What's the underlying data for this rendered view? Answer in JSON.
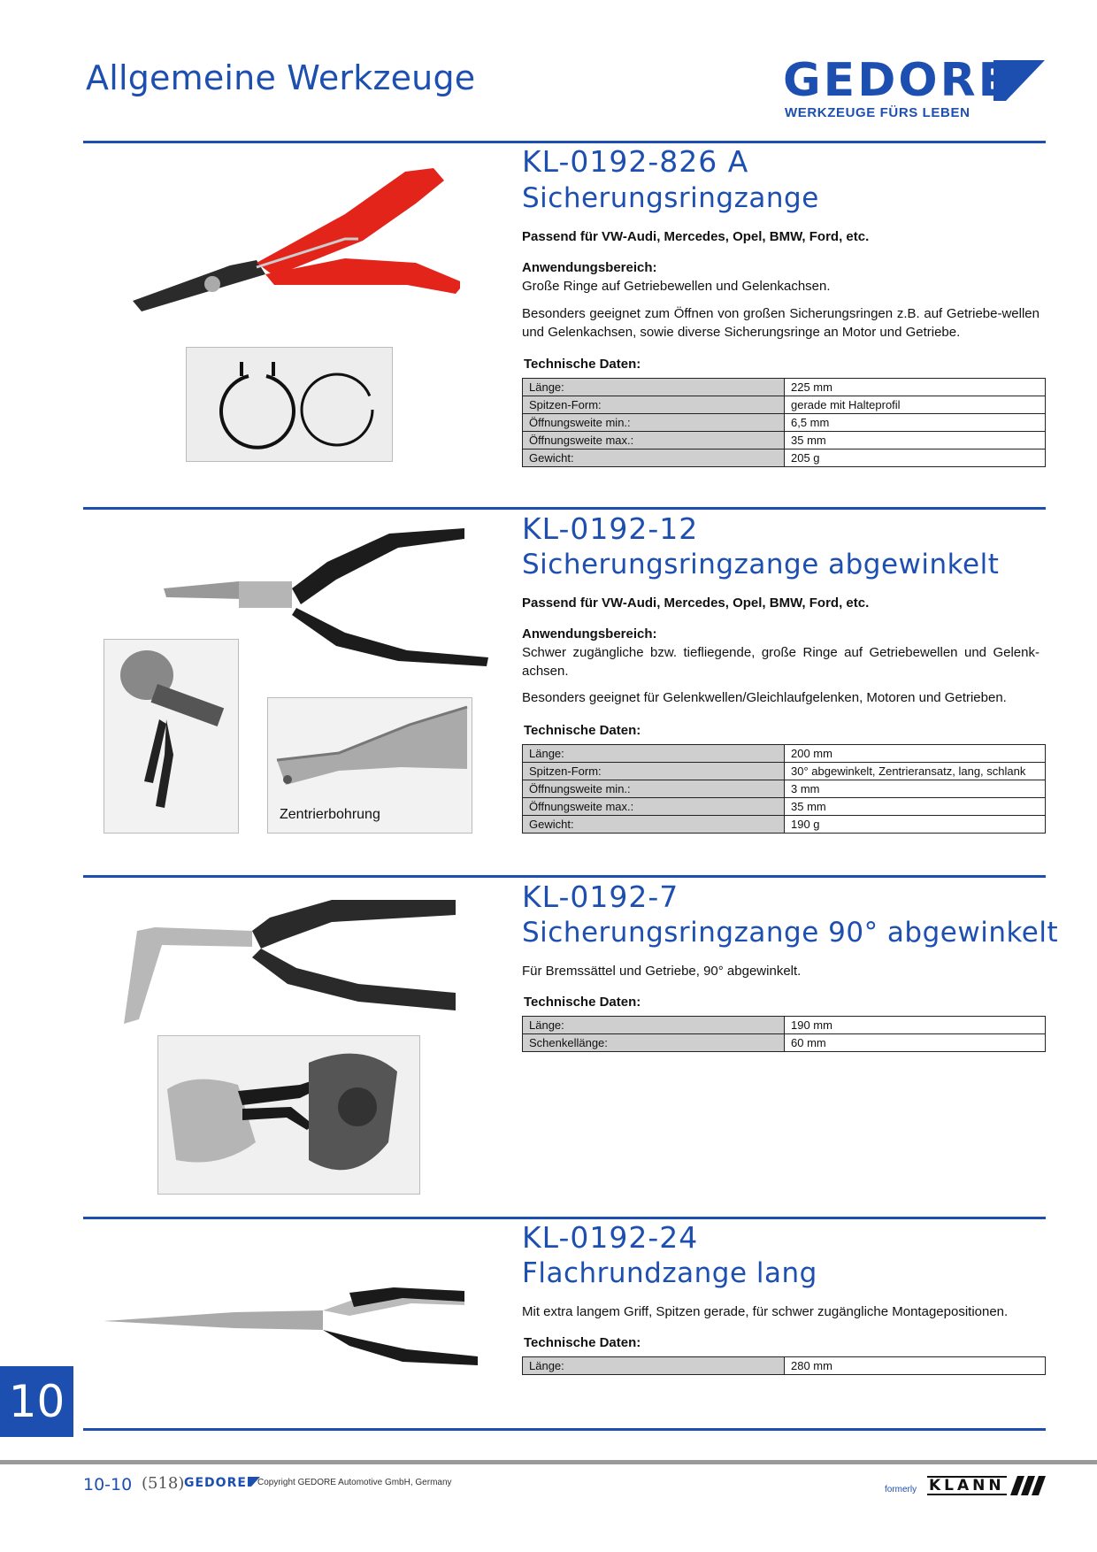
{
  "header": {
    "title": "Allgemeine Werkzeuge"
  },
  "logo": {
    "brand": "GEDORE",
    "slogan": "WERKZEUGE FÜRS LEBEN",
    "color": "#1d4fb0"
  },
  "sections": [
    {
      "code": "KL-0192-826 A",
      "name": "Sicherungsringzange",
      "fits": "Passend für VW-Audi, Mercedes, Opel, BMW, Ford, etc.",
      "area_label": "Anwendungsbereich:",
      "area": "Große Ringe auf Getriebewellen und Gelenkachsen.",
      "desc": "Besonders geeignet zum Öffnen von großen Sicherungsringen z.B. auf Getriebe-wellen und Gelenkachsen, sowie diverse Sicherungsringe an Motor und Getriebe.",
      "tech_label": "Technische Daten:",
      "specs": [
        {
          "k": "Länge:",
          "v": "225 mm"
        },
        {
          "k": "Spitzen-Form:",
          "v": "gerade mit Halteprofil"
        },
        {
          "k": "Öffnungsweite min.:",
          "v": "6,5 mm"
        },
        {
          "k": "Öffnungsweite max.:",
          "v": "35 mm"
        },
        {
          "k": "Gewicht:",
          "v": "205 g"
        }
      ]
    },
    {
      "code": "KL-0192-12",
      "name": "Sicherungsringzange abgewinkelt",
      "fits": "Passend für VW-Audi, Mercedes, Opel, BMW, Ford, etc.",
      "area_label": "Anwendungsbereich:",
      "area": "Schwer zugängliche bzw. tiefliegende, große Ringe auf Getriebewellen und Gelenk-achsen.",
      "desc": "Besonders geeignet für Gelenkwellen/Gleichlaufgelenken, Motoren und Getrieben.",
      "tech_label": "Technische Daten:",
      "caption": "Zentrierbohrung",
      "specs": [
        {
          "k": "Länge:",
          "v": "200 mm"
        },
        {
          "k": "Spitzen-Form:",
          "v": "30° abgewinkelt, Zentrieransatz, lang, schlank"
        },
        {
          "k": "Öffnungsweite min.:",
          "v": "3 mm"
        },
        {
          "k": "Öffnungsweite max.:",
          "v": "35 mm"
        },
        {
          "k": "Gewicht:",
          "v": "190 g"
        }
      ]
    },
    {
      "code": "KL-0192-7",
      "name": "Sicherungsringzange 90° abgewinkelt",
      "desc": "Für Bremssättel und Getriebe, 90° abgewinkelt.",
      "tech_label": "Technische Daten:",
      "specs": [
        {
          "k": "Länge:",
          "v": "190 mm"
        },
        {
          "k": "Schenkellänge:",
          "v": "60 mm"
        }
      ]
    },
    {
      "code": "KL-0192-24",
      "name": "Flachrundzange lang",
      "desc": "Mit extra langem Griff, Spitzen gerade, für schwer zugängliche Montagepositionen.",
      "tech_label": "Technische Daten:",
      "specs": [
        {
          "k": "Länge:",
          "v": "280 mm"
        }
      ]
    }
  ],
  "chapter": "10",
  "footer": {
    "page": "10-10",
    "page_num": "(518)",
    "brand": "GEDORE",
    "copyright": "Copyright GEDORE Automotive GmbH, Germany",
    "formerly": "formerly",
    "klann": "KLANN"
  }
}
